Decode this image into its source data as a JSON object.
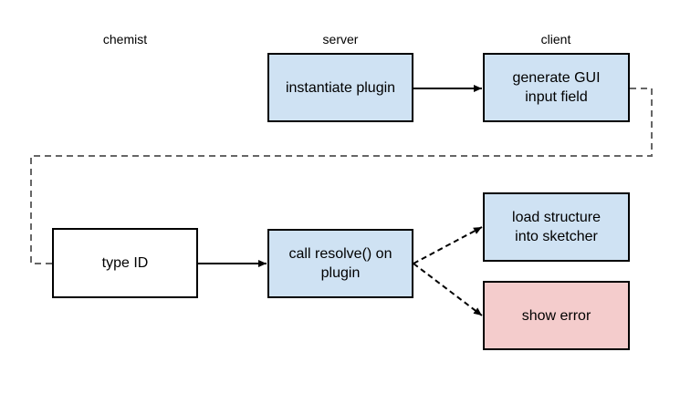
{
  "columns": {
    "chemist": "chemist",
    "server": "server",
    "client": "client"
  },
  "nodes": {
    "instantiate_plugin": "instantiate plugin",
    "generate_gui": "generate GUI\ninput field",
    "type_id": "type ID",
    "call_resolve": "call resolve() on\nplugin",
    "load_structure": "load structure\ninto sketcher",
    "show_error": "show error"
  },
  "colors": {
    "server_fill": "#cfe2f3",
    "client_fill": "#cfe2f3",
    "chemist_fill": "#ffffff",
    "error_fill": "#f4cccc",
    "edge": "#000000",
    "dashed_edge": "#666666"
  }
}
